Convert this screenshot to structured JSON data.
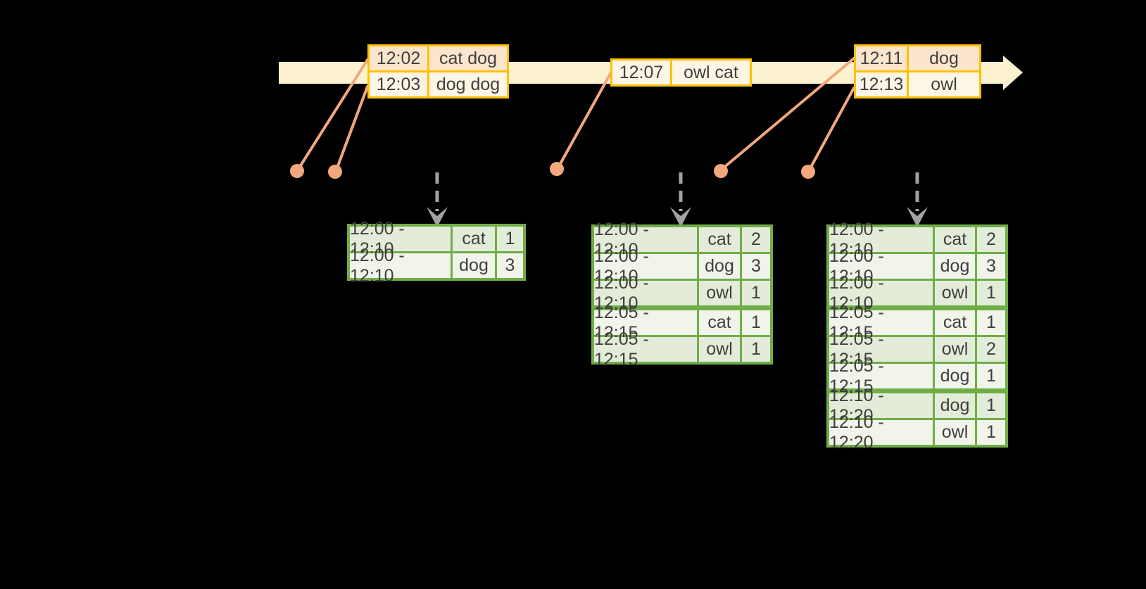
{
  "canvas": {
    "background": "#000000"
  },
  "colors": {
    "canvas": "#000000",
    "timeline": "#fcf2d0",
    "orange_border": "#ffc000",
    "orange_row_dark": "#fbe5cd",
    "orange_row_light": "#fdf5e6",
    "connector": "#f2a87c",
    "trigger_arrow": "#a2a2a2",
    "green_border": "#70ad47",
    "green_row_dark": "#e2ecd8",
    "green_row_light": "#f0f4ea",
    "text": "#3f3f3f"
  },
  "event_tables": [
    {
      "rows": [
        {
          "time": "12:02",
          "words": "cat dog",
          "tone": "dark"
        },
        {
          "time": "12:03",
          "words": "dog dog",
          "tone": "light"
        }
      ]
    },
    {
      "rows": [
        {
          "time": "12:07",
          "words": "owl cat",
          "tone": "light"
        }
      ]
    },
    {
      "rows": [
        {
          "time": "12:11",
          "words": "dog",
          "tone": "dark"
        },
        {
          "time": "12:13",
          "words": "owl",
          "tone": "light"
        }
      ]
    }
  ],
  "result_tables": [
    {
      "rows": [
        {
          "window": "12:00 - 12:10",
          "word": "cat",
          "count": "1"
        },
        {
          "window": "12:00 - 12:10",
          "word": "dog",
          "count": "3"
        }
      ]
    },
    {
      "rows": [
        {
          "window": "12:00 - 12:10",
          "word": "cat",
          "count": "2"
        },
        {
          "window": "12:00 - 12:10",
          "word": "dog",
          "count": "3"
        },
        {
          "window": "12:00 - 12:10",
          "word": "owl",
          "count": "1"
        },
        {
          "window": "12:05 - 12:15",
          "word": "cat",
          "count": "1"
        },
        {
          "window": "12:05 - 12:15",
          "word": "owl",
          "count": "1"
        }
      ]
    },
    {
      "rows": [
        {
          "window": "12:00 - 12:10",
          "word": "cat",
          "count": "2"
        },
        {
          "window": "12:00 - 12:10",
          "word": "dog",
          "count": "3"
        },
        {
          "window": "12:00 - 12:10",
          "word": "owl",
          "count": "1"
        },
        {
          "window": "12:05 - 12:15",
          "word": "cat",
          "count": "1"
        },
        {
          "window": "12:05 - 12:15",
          "word": "owl",
          "count": "2"
        },
        {
          "window": "12:05 - 12:15",
          "word": "dog",
          "count": "1"
        },
        {
          "window": "12:10 - 12:20",
          "word": "dog",
          "count": "1"
        },
        {
          "window": "12:10 - 12:20",
          "word": "owl",
          "count": "1"
        }
      ]
    }
  ]
}
